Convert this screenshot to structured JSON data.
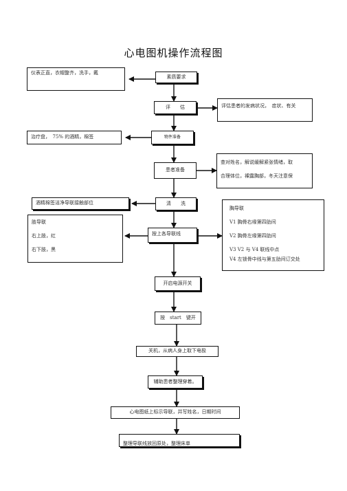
{
  "title": "心电图机操作流程图",
  "boxes": {
    "prepare_items": "仪表正直，衣帽整齐，洗手，戴",
    "appearance": "素质要求",
    "assess": "评　　估",
    "assess_detail": "评估患者的发病状况，　症状、有关",
    "tray_items": "治疗盘，　75% 的酒精，棉签",
    "materials": "物件准备",
    "patient_prep": "患者准备",
    "patient_prep_detail": [
      "查对姓名，解说缓解紧张情绪，取",
      "合理体位，裸露胸部，冬天注意保"
    ],
    "alcohol_clean": "酒精棉签洁净导联接触部位",
    "clean": "清　　洗",
    "limb_leads": [
      "肢导联",
      "右上肢，红",
      "右下肢，黑"
    ],
    "connect_leads": "按上各导联线",
    "chest_leads": [
      "胸导联",
      "V1 胸骨右缘第四肋间",
      "V2 胸骨左缘第四肋间",
      "V3 V2 与 V4 联线中点",
      "V4 左锁骨中线与第五肋间订交处"
    ],
    "power_on": "开启电源开关",
    "start_key": "按　start　键开",
    "power_off": "关机，从病人身上取下电极",
    "dress": "辅助患者整理穿着。",
    "label_paper": "心电图纸上标示导联，并写姓名，日期时间",
    "tidy": "整理导联线放回原处，整理床单"
  }
}
